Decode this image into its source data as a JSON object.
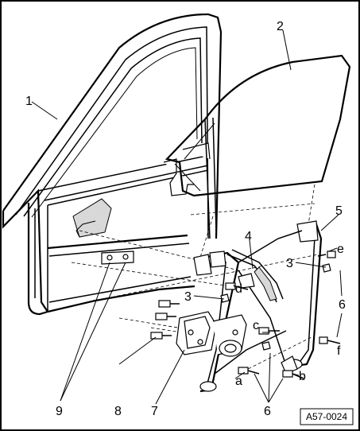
{
  "figure": {
    "reference_code": "A57-0024",
    "callouts": {
      "c1": "1",
      "c2": "2",
      "c3a": "3",
      "c3b": "3",
      "c4": "4",
      "c5": "5",
      "c6a": "6",
      "c6b": "6",
      "c7": "7",
      "c8": "8",
      "c9": "9",
      "ca": "a",
      "cb": "b",
      "cc": "c",
      "cd": "d",
      "ce": "e",
      "cf": "f"
    }
  }
}
